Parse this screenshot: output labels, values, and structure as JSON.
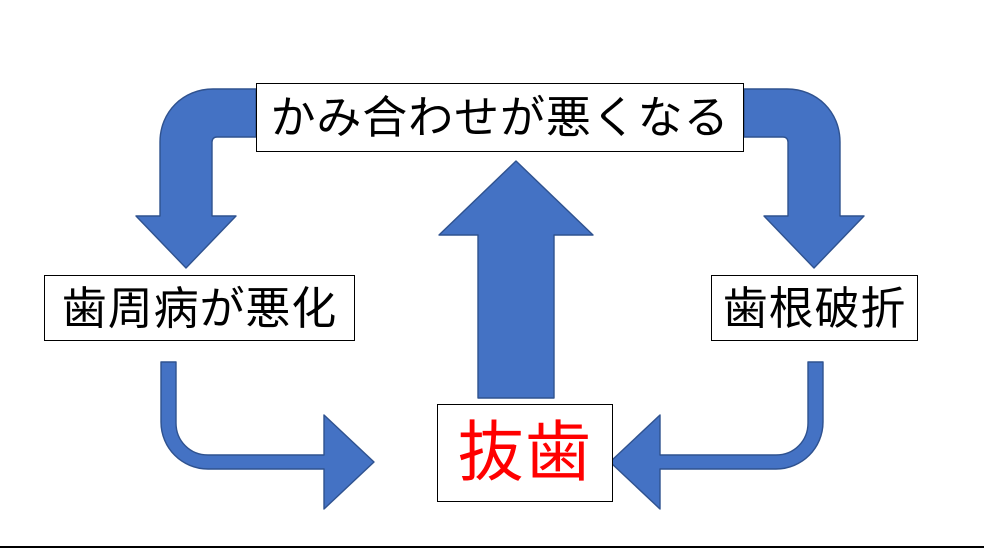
{
  "diagram": {
    "title": "",
    "type": "cycle-flow",
    "background_color": "#FFFFFF",
    "arrow_fill_color": "#4472C4",
    "arrow_stroke_color": "#2F528F",
    "box_border_color": "#000000",
    "nodes": [
      {
        "id": "occlusion",
        "label": "かみ合わせが悪くなる",
        "text_color": "#000000",
        "position": "top-center"
      },
      {
        "id": "periodontitis",
        "label": "歯周病が悪化",
        "text_color": "#000000",
        "position": "left"
      },
      {
        "id": "root-fracture",
        "label": "歯根破折",
        "text_color": "#000000",
        "position": "right"
      },
      {
        "id": "extraction",
        "label": "抜歯",
        "text_color": "#FF0000",
        "position": "bottom-center"
      }
    ],
    "arrows": [
      {
        "id": "occlusion-to-periodontitis",
        "shape": "bent-arrow-down-left",
        "from": "かみ合わせが悪くなる",
        "to": "歯周病が悪化",
        "color": "#4472C4"
      },
      {
        "id": "occlusion-to-root-fracture",
        "shape": "bent-arrow-down-right",
        "from": "かみ合わせが悪くなる",
        "to": "歯根破折",
        "color": "#4472C4"
      },
      {
        "id": "periodontitis-to-extraction",
        "shape": "bent-arrow-down-then-right",
        "from": "歯周病が悪化",
        "to": "抜歯",
        "color": "#4472C4"
      },
      {
        "id": "root-fracture-to-extraction",
        "shape": "bent-arrow-down-then-left",
        "from": "歯根破折",
        "to": "抜歯",
        "color": "#4472C4"
      },
      {
        "id": "extraction-to-occlusion",
        "shape": "straight-arrow-up",
        "from": "抜歯",
        "to": "かみ合わせが悪くなる",
        "color": "#4472C4"
      }
    ]
  }
}
